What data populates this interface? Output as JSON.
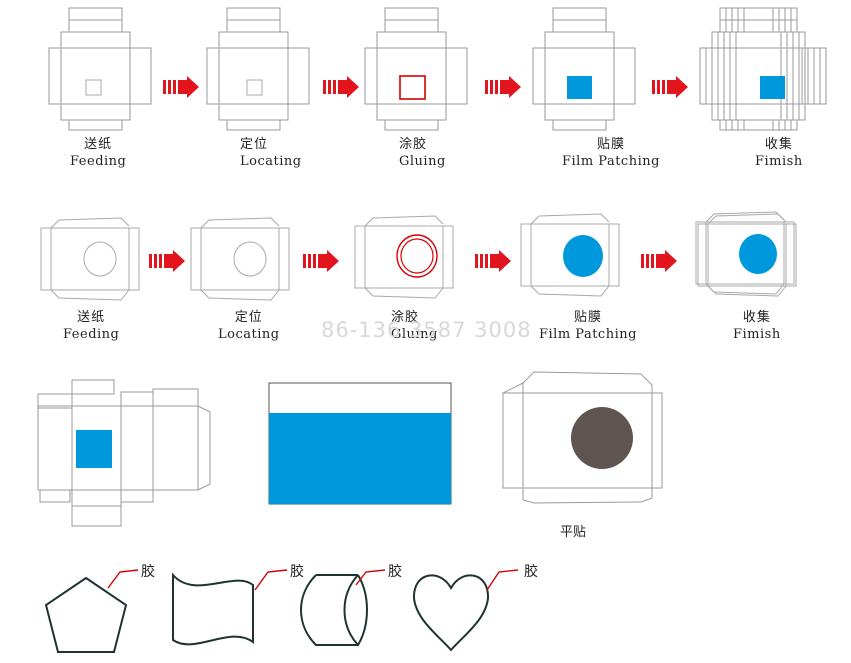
{
  "colors": {
    "film": "#0098dc",
    "glue_line": "#d40000",
    "arrow": "#e2141e",
    "outline": "#9a9a9a",
    "dark_window": "#5f5550",
    "shape_stroke": "#1f3333"
  },
  "process_rect": {
    "steps": [
      {
        "zh": "送纸",
        "en": "Feeding"
      },
      {
        "zh": "定位",
        "en": "Locating"
      },
      {
        "zh": "涂胶",
        "en": "Gluing"
      },
      {
        "zh": "贴膜",
        "en": "Film Patching"
      },
      {
        "zh": "收集",
        "en": "Fimish"
      }
    ]
  },
  "process_round": {
    "steps": [
      {
        "zh": "送纸",
        "en": "Feeding"
      },
      {
        "zh": "定位",
        "en": "Locating"
      },
      {
        "zh": "涂胶",
        "en": "Gluing"
      },
      {
        "zh": "贴膜",
        "en": "Film Patching"
      },
      {
        "zh": "收集",
        "en": "Fimish"
      }
    ]
  },
  "watermark": "86-136 3587 3008",
  "flat_label": "平贴",
  "glue_labels": [
    "胶",
    "胶",
    "胶",
    "胶"
  ],
  "icons": [
    "arrow-right-icon"
  ]
}
